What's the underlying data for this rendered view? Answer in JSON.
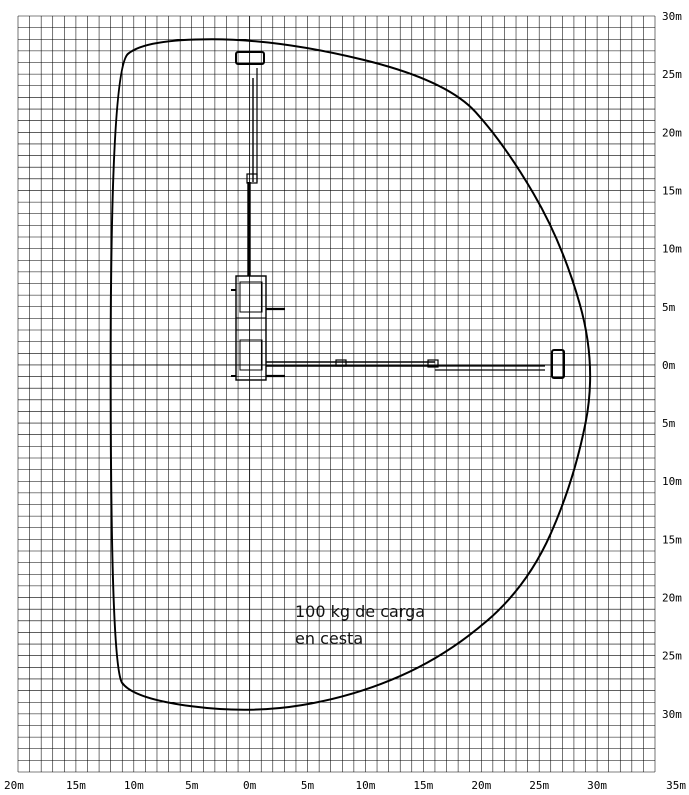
{
  "chart_data": {
    "type": "diagram",
    "x_ticks": [
      "20m",
      "15m",
      "10m",
      "5m",
      "0m",
      "5m",
      "10m",
      "15m",
      "20m",
      "25m",
      "30m",
      "35m"
    ],
    "y_ticks": [
      "30m",
      "25m",
      "20m",
      "15m",
      "10m",
      "5m",
      "0m",
      "5m",
      "10m",
      "15m",
      "20m",
      "25m",
      "30m"
    ],
    "xlim": [
      -20,
      35
    ],
    "ylim": [
      -35,
      30
    ],
    "grid": true,
    "working_envelope": [
      [
        -9,
        28
      ],
      [
        2.5,
        28
      ],
      [
        17,
        24.5
      ],
      [
        22,
        19
      ],
      [
        27,
        10.5
      ],
      [
        30,
        0
      ],
      [
        28,
        -10
      ],
      [
        24,
        -19
      ],
      [
        17,
        -25
      ],
      [
        9,
        -28.5
      ],
      [
        0,
        -30
      ],
      [
        -10,
        -28.7
      ],
      [
        -12,
        -26
      ],
      [
        -12,
        25.5
      ]
    ],
    "machine": {
      "boom_vertical_top": 26.5,
      "boom_horizontal_reach": 26.5,
      "basket_label_position": "vertical and horizontal extensions"
    }
  },
  "annotation": {
    "line1": "100 kg de carga",
    "line2": "en cesta"
  }
}
